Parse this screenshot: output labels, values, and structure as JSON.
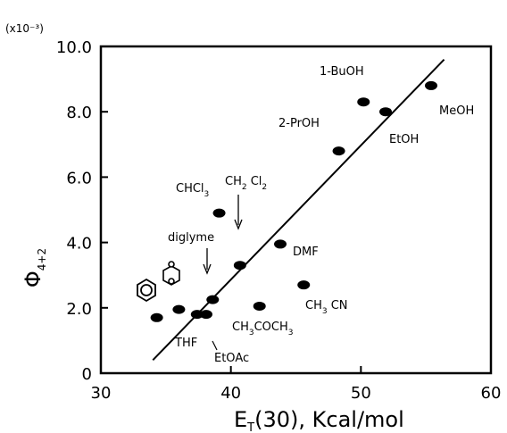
{
  "chart_data": {
    "type": "scatter",
    "title": "",
    "xlabel": "E_T(30),  Kcal/mol",
    "ylabel": "Φ4+2",
    "y_multiplier": "(x10⁻³)",
    "xlim": [
      30,
      60
    ],
    "ylim": [
      0,
      10
    ],
    "xticks": [
      "30",
      "40",
      "50",
      "60"
    ],
    "yticks": [
      "0",
      "2.0",
      "4.0",
      "6.0",
      "8.0",
      "10.0"
    ],
    "points": [
      {
        "x": 34.3,
        "y": 1.7
      },
      {
        "x": 36.0,
        "y": 1.95
      },
      {
        "x": 37.4,
        "y": 1.8
      },
      {
        "x": 38.1,
        "y": 1.8
      },
      {
        "x": 38.6,
        "y": 2.25
      },
      {
        "x": 39.1,
        "y": 4.9
      },
      {
        "x": 40.7,
        "y": 3.3
      },
      {
        "x": 42.2,
        "y": 2.05
      },
      {
        "x": 43.8,
        "y": 3.95
      },
      {
        "x": 45.6,
        "y": 2.7
      },
      {
        "x": 48.3,
        "y": 6.8
      },
      {
        "x": 50.2,
        "y": 8.3
      },
      {
        "x": 51.9,
        "y": 8.0
      },
      {
        "x": 55.4,
        "y": 8.8
      }
    ],
    "fit_line": {
      "x": [
        34.0,
        56.4
      ],
      "y": [
        0.4,
        9.6
      ]
    },
    "annotations": {
      "buoh": "1-BuOH",
      "proh": "2-PrOH",
      "meoh": "MeOH",
      "etoh": "EtOH",
      "dmf": "DMF",
      "diglyme": "diglyme",
      "thf": "THF",
      "etoac": "EtOAc",
      "chcl3_main": "CHCl",
      "chcl3_sub": "3",
      "ch2cl2_a": "CH",
      "ch2cl2_sub": "2",
      "ch2cl2_b": " Cl",
      "ch2cl2_sub2": "2",
      "ch3cn_a": "CH",
      "ch3cn_sub": "3",
      "ch3cn_b": " CN",
      "acetone_a": "CH",
      "acetone_sub": "3",
      "acetone_b": "COCH",
      "acetone_sub2": "3"
    },
    "grid": false,
    "legend": "none"
  }
}
